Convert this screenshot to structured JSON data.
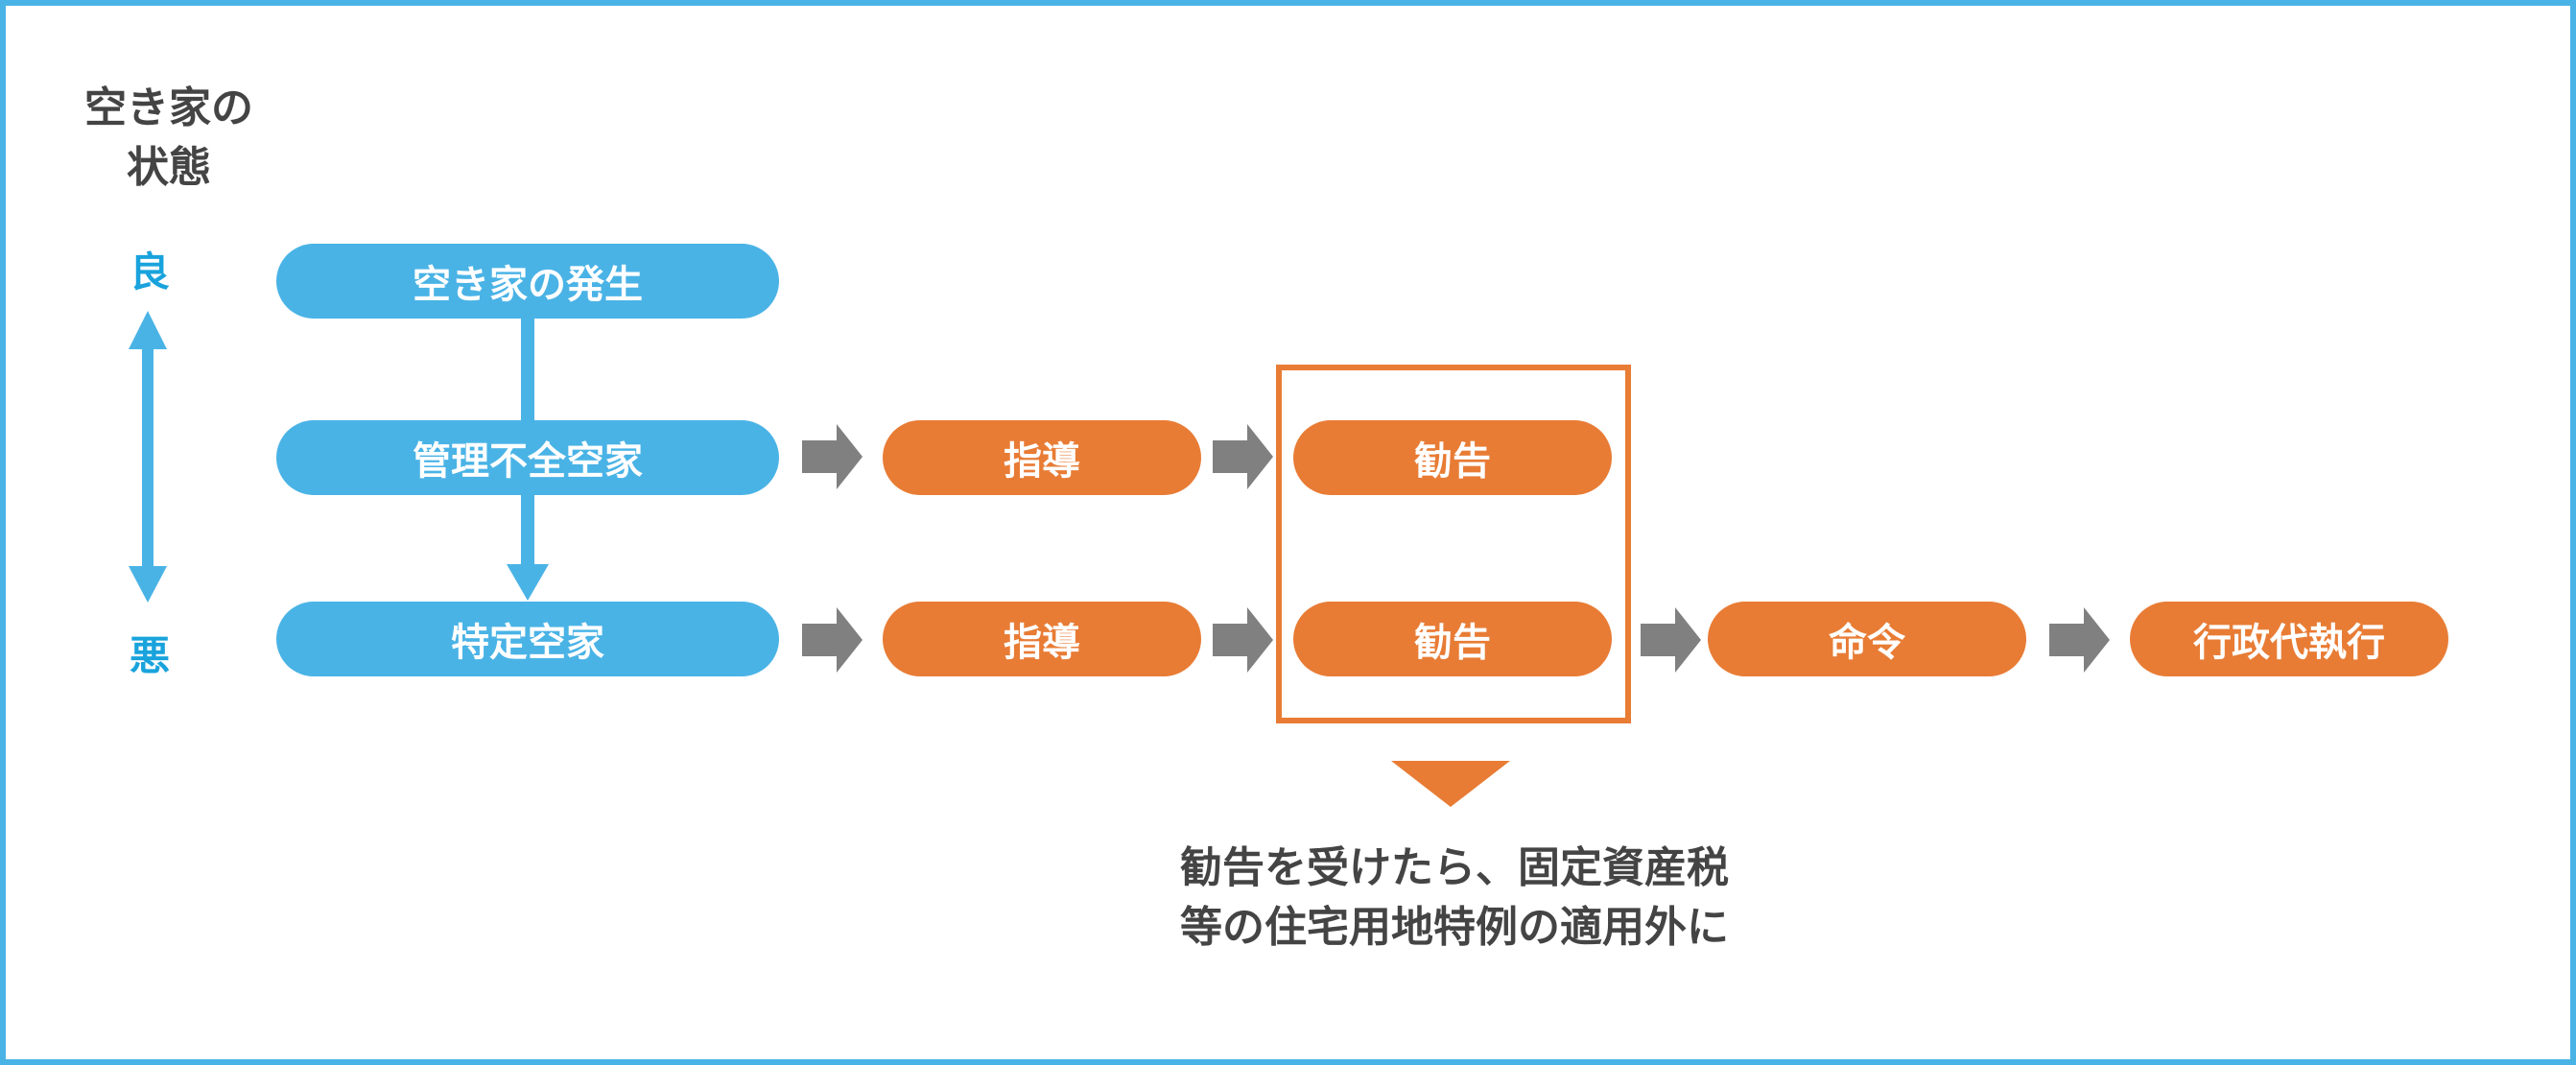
{
  "axis": {
    "title_line1": "空き家の",
    "title_line2": "状態",
    "good_label": "良",
    "bad_label": "悪"
  },
  "states": {
    "occurrence": "空き家の発生",
    "poorly_managed": "管理不全空家",
    "specific": "特定空家"
  },
  "row_poorly_managed": {
    "guidance": "指導",
    "recommendation": "勧告"
  },
  "row_specific": {
    "guidance": "指導",
    "recommendation": "勧告",
    "order": "命令",
    "execution": "行政代執行"
  },
  "note": {
    "line1": "勧告を受けたら、固定資産税",
    "line2": "等の住宅用地特例の適用外に"
  },
  "colors": {
    "border": "#4ab3e6",
    "state_blue": "#4ab3e6",
    "axis_text_blue": "#19a3dc",
    "action_orange": "#e87c35",
    "arrow_gray": "#808080",
    "text_dark": "#444444"
  }
}
